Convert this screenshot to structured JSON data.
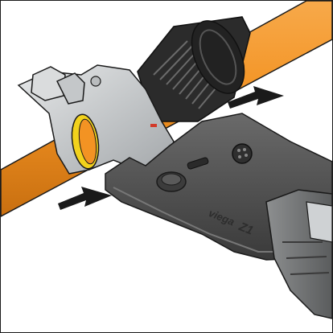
{
  "illustration": {
    "tool_brand_text": "viega",
    "tool_model_text": "Z1",
    "colors": {
      "pipe": "#f39323",
      "pipe_shadow": "#c86f10",
      "tool_dark": "#4a4a4a",
      "tool_darker": "#2f2f2f",
      "fitting_light": "#cfd2d4",
      "fitting_mid": "#a9adb0",
      "insulation": "#2a2a2a",
      "ring_yellow": "#f2d21c",
      "arrow": "#1a1a1a"
    },
    "icons": [
      "press-arrow-top",
      "press-arrow-left"
    ]
  }
}
